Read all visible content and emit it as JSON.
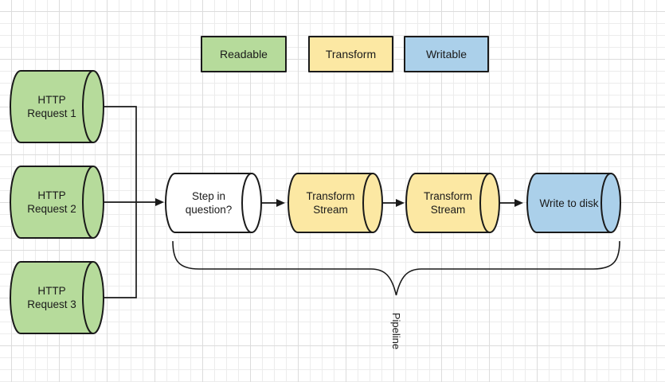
{
  "diagram": {
    "legend": {
      "readable": "Readable",
      "transform": "Transform",
      "writable": "Writable"
    },
    "nodes": {
      "http1": {
        "line1": "HTTP",
        "line2": "Request 1"
      },
      "http2": {
        "line1": "HTTP",
        "line2": "Request 2"
      },
      "http3": {
        "line1": "HTTP",
        "line2": "Request 3"
      },
      "step": {
        "line1": "Step in",
        "line2": "question?"
      },
      "transform1": {
        "line1": "Transform",
        "line2": "Stream"
      },
      "transform2": {
        "line1": "Transform",
        "line2": "Stream"
      },
      "write": {
        "label": "Write to disk"
      }
    },
    "annotations": {
      "pipeline": "Pipeline"
    }
  },
  "colors": {
    "readable": "#b6db9b",
    "transform": "#fce8a3",
    "writable": "#abd0ea",
    "step_fill": "#ffffff"
  }
}
